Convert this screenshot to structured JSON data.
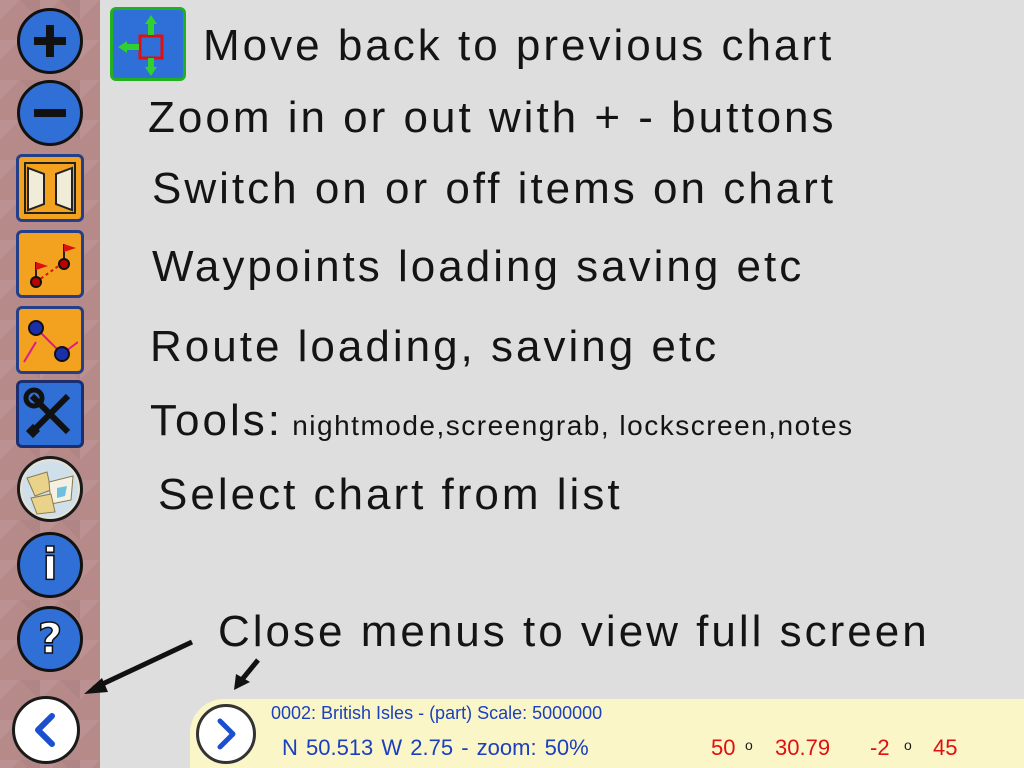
{
  "toolbar": {
    "zoom_in_icon": "plus-icon",
    "zoom_out_icon": "minus-icon",
    "layers_icon": "layers-icon",
    "waypoints_icon": "waypoint-flags-icon",
    "route_icon": "route-icon",
    "tools_icon": "tools-icon",
    "chart_list_icon": "chart-map-icon",
    "info_icon": "info-icon",
    "help_icon": "question-icon",
    "close_icon": "chevron-left-icon",
    "info_glyph": "i",
    "help_glyph": "?"
  },
  "help": {
    "move_back": "Move back to previous chart",
    "zoom": "Zoom in or out with + - buttons",
    "switch_items": "Switch on or off items on chart",
    "waypoints": "Waypoints loading saving etc",
    "route": "Route loading, saving etc",
    "tools_label": "Tools:",
    "tools_detail": " nightmode,screengrab, lockscreen,notes",
    "select_chart": "Select chart from list",
    "close_menus": "Close menus to view full screen"
  },
  "statusbar": {
    "chart_line": "0002: British Isles - (part) Scale: 5000000",
    "position_line": "N 50.513  W  2.75 - zoom: 50%",
    "lat_deg": "50",
    "lat_min": "30.79",
    "lon_deg": "-2",
    "lon_min": "45",
    "degree_symbol": "o",
    "expand_icon": "chevron-right-icon"
  },
  "colors": {
    "sidebar": "#b78a8a",
    "button_blue": "#2f6fd6",
    "button_orange": "#f2a21e",
    "accent_green": "#20b020",
    "status_blue": "#1a3fbf",
    "status_red": "#e01010",
    "statusbar_bg": "#fbf6c8"
  }
}
